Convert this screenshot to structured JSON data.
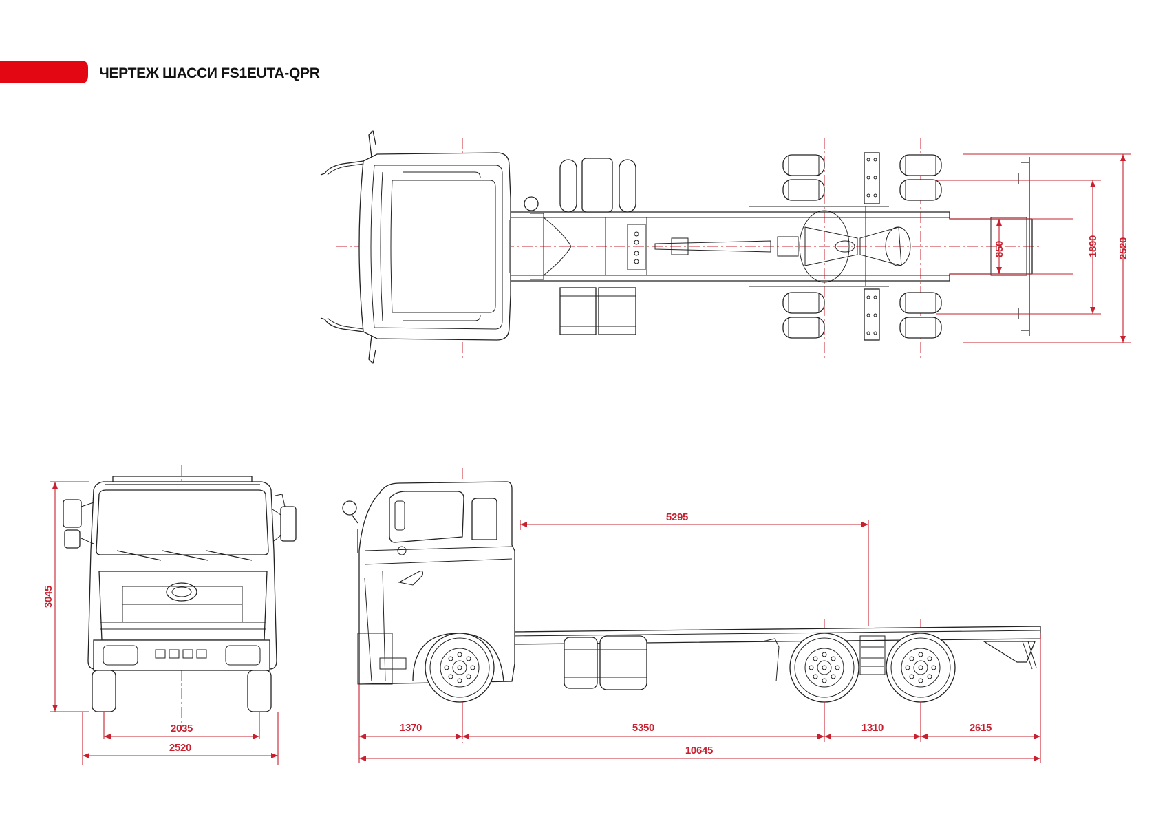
{
  "header": {
    "title": "ЧЕРТЕЖ ШАССИ FS1EUTA-QPR",
    "accent_color": "#e30613"
  },
  "colors": {
    "dimension": "#c8202f",
    "line": "#222222"
  },
  "top_view": {
    "dims": {
      "frame_inner": "850",
      "frame_outer": "1890",
      "overall_width": "2520"
    }
  },
  "front_view": {
    "dims": {
      "height": "3045",
      "track": "2035",
      "width": "2520"
    }
  },
  "side_view": {
    "dims": {
      "rear_length": "5295",
      "front_overhang": "1370",
      "wheelbase": "5350",
      "tandem_spacing": "1310",
      "rear_overhang": "2615",
      "overall_length": "10645"
    }
  }
}
